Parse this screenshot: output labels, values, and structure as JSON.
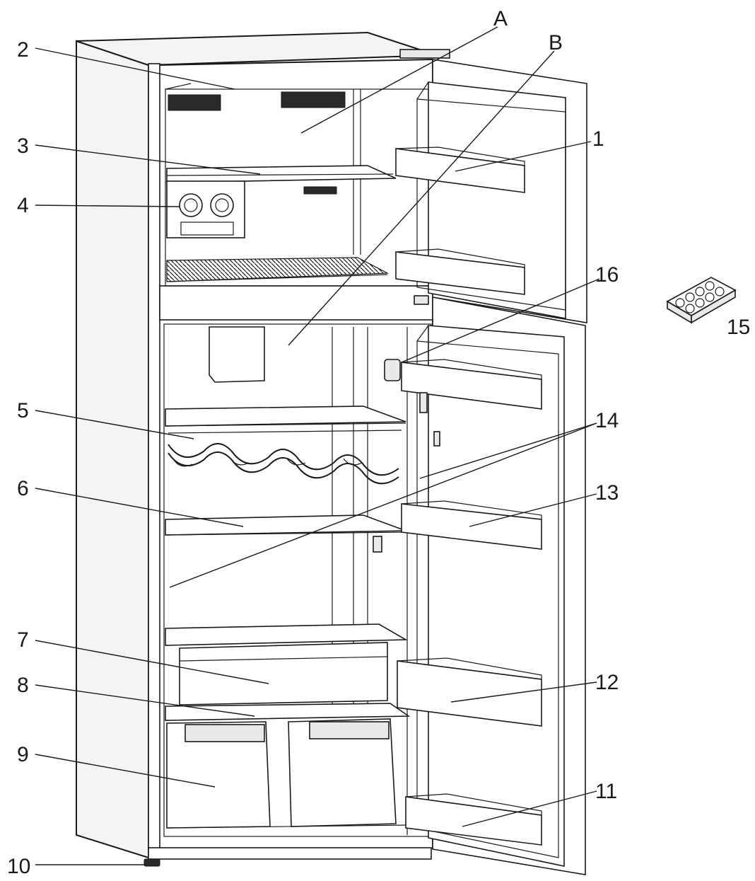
{
  "labels": {
    "A": "A",
    "B": "B",
    "n1": "1",
    "n2": "2",
    "n3": "3",
    "n4": "4",
    "n5": "5",
    "n6": "6",
    "n7": "7",
    "n8": "8",
    "n9": "9",
    "n10": "10",
    "n11": "11",
    "n12": "12",
    "n13": "13",
    "n14": "14",
    "n15": "15",
    "n16": "16"
  },
  "colors": {
    "line": "#1a1a1a",
    "background": "#ffffff",
    "body_shade": "#f4f4f4"
  }
}
